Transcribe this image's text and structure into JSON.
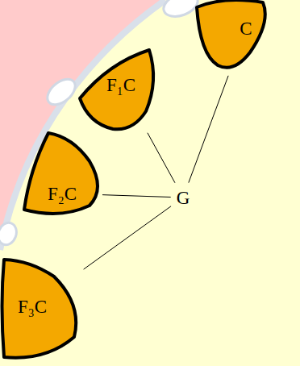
{
  "diagram": {
    "nodes": [
      {
        "text": [
          "C"
        ]
      },
      {
        "text": [
          "F₁C"
        ]
      },
      {
        "text": [
          "F₂C"
        ]
      },
      {
        "text": [
          "G"
        ]
      },
      {
        "text": [
          "F₃C"
        ]
      }
    ],
    "edges": [
      {
        "from": 3,
        "to": 0,
        "arrow": "none"
      },
      {
        "from": 3,
        "to": 1,
        "arrow": "none"
      },
      {
        "from": 3,
        "to": 2,
        "arrow": "none"
      },
      {
        "from": 3,
        "to": 4,
        "arrow": "none"
      }
    ]
  }
}
